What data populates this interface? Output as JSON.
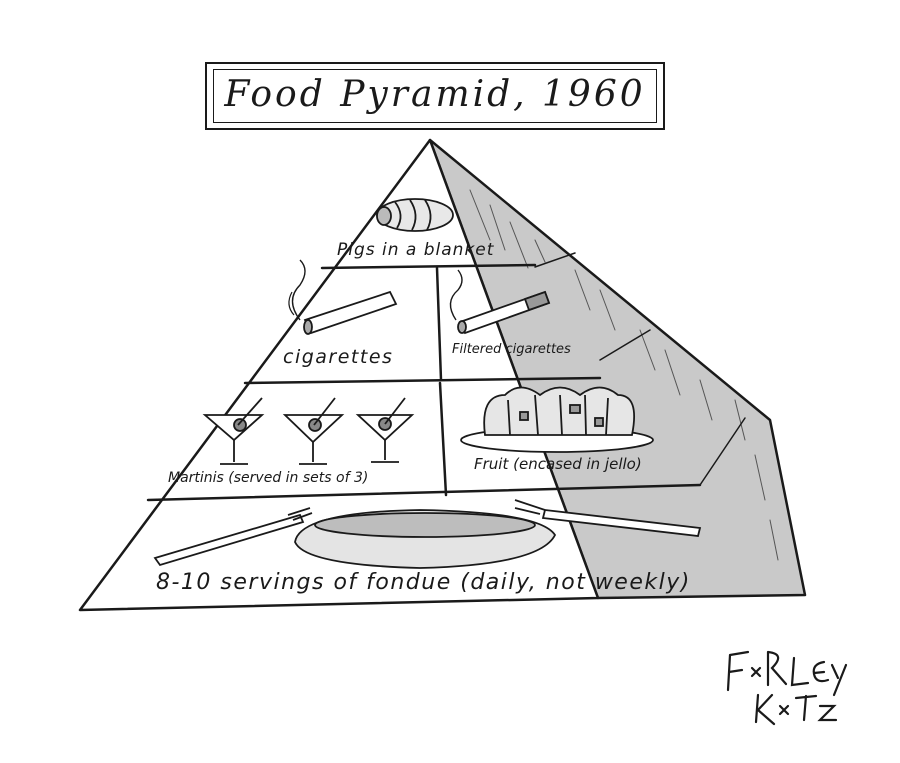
{
  "title": "Food Pyramid, 1960",
  "tiers": {
    "top": {
      "label": "Pigs in a blanket"
    },
    "second_left": {
      "label": "cigarettes"
    },
    "second_right": {
      "label": "Filtered cigarettes"
    },
    "third_left": {
      "label": "Martinis (served in sets of 3)"
    },
    "third_right": {
      "label": "Fruit (encased in jello)"
    },
    "base": {
      "label": "8-10 servings of fondue (daily, not weekly)"
    }
  },
  "signature": {
    "line1": "FARLEY",
    "line2": "KATZ"
  },
  "colors": {
    "ink": "#1a1a1a",
    "shade": "#c9c9c9",
    "background": "#ffffff"
  }
}
